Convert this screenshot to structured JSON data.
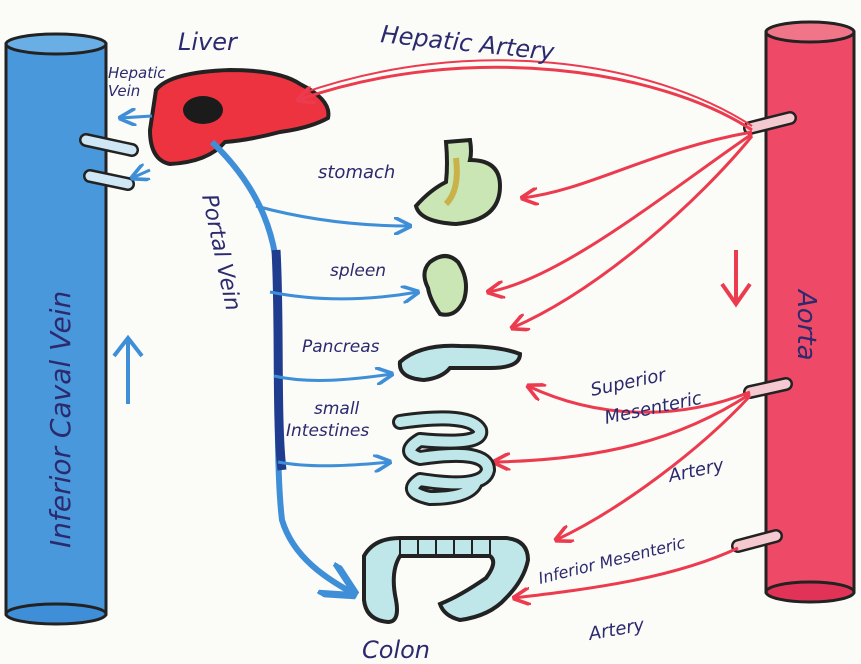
{
  "labels": {
    "liver": "Liver",
    "hepatic_vein_1": "Hepatic",
    "hepatic_vein_2": "Vein",
    "hepatic_artery": "Hepatic Artery",
    "stomach": "stomach",
    "spleen": "spleen",
    "pancreas": "Pancreas",
    "small_intestines_1": "small",
    "small_intestines_2": "Intestines",
    "colon": "Colon",
    "portal_vein": "Portal Vein",
    "inferior_caval_vein": "Inferior Caval Vein",
    "aorta": "Aorta",
    "superior_mesenteric_1": "Superior",
    "superior_mesenteric_2": "Mesenteric",
    "superior_mesenteric_3": "Artery",
    "inferior_mesenteric_1": "Inferior Mesenteric",
    "inferior_mesenteric_2": "Artery"
  },
  "colors": {
    "vein_blue": "#3f8fd8",
    "artery_red": "#ec3b4e",
    "liver_red": "#ee3340",
    "organ_green": "#c9e6b4",
    "organ_aqua": "#bfe7ea",
    "ink": "#2c2a6e"
  }
}
